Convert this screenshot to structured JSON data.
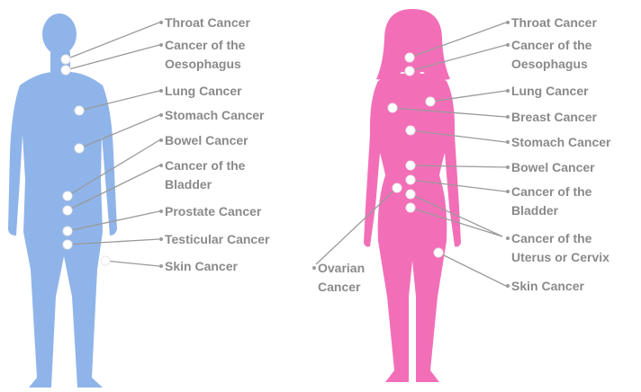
{
  "male": {
    "labels": [
      {
        "id": "throat",
        "lines": [
          "Throat Cancer"
        ]
      },
      {
        "id": "oesophagus",
        "lines": [
          "Cancer of the",
          "Oesophagus"
        ]
      },
      {
        "id": "lung",
        "lines": [
          "Lung Cancer"
        ]
      },
      {
        "id": "stomach",
        "lines": [
          "Stomach Cancer"
        ]
      },
      {
        "id": "bowel",
        "lines": [
          "Bowel Cancer"
        ]
      },
      {
        "id": "bladder",
        "lines": [
          "Cancer of the",
          "Bladder"
        ]
      },
      {
        "id": "prostate",
        "lines": [
          "Prostate Cancer"
        ]
      },
      {
        "id": "testicular",
        "lines": [
          "Testicular Cancer"
        ]
      },
      {
        "id": "skin",
        "lines": [
          "Skin Cancer"
        ]
      }
    ]
  },
  "female": {
    "labels": [
      {
        "id": "throat",
        "lines": [
          "Throat Cancer"
        ]
      },
      {
        "id": "oesophagus",
        "lines": [
          "Cancer of the",
          "Oesophagus"
        ]
      },
      {
        "id": "lung",
        "lines": [
          "Lung Cancer"
        ]
      },
      {
        "id": "breast",
        "lines": [
          "Breast Cancer"
        ]
      },
      {
        "id": "stomach",
        "lines": [
          "Stomach Cancer"
        ]
      },
      {
        "id": "bowel",
        "lines": [
          "Bowel Cancer"
        ]
      },
      {
        "id": "bladder",
        "lines": [
          "Cancer of the",
          "Bladder"
        ]
      },
      {
        "id": "uterus",
        "lines": [
          "Cancer of the",
          "Uterus or Cervix"
        ]
      },
      {
        "id": "skin",
        "lines": [
          "Skin Cancer"
        ]
      },
      {
        "id": "ovarian",
        "lines": [
          "Ovarian",
          "Cancer"
        ]
      }
    ]
  },
  "colors": {
    "male_body": "#8fb4e9",
    "female_body": "#f26fb8",
    "label_text": "#8a8a8a",
    "leader_line": "#9a9a9a"
  }
}
